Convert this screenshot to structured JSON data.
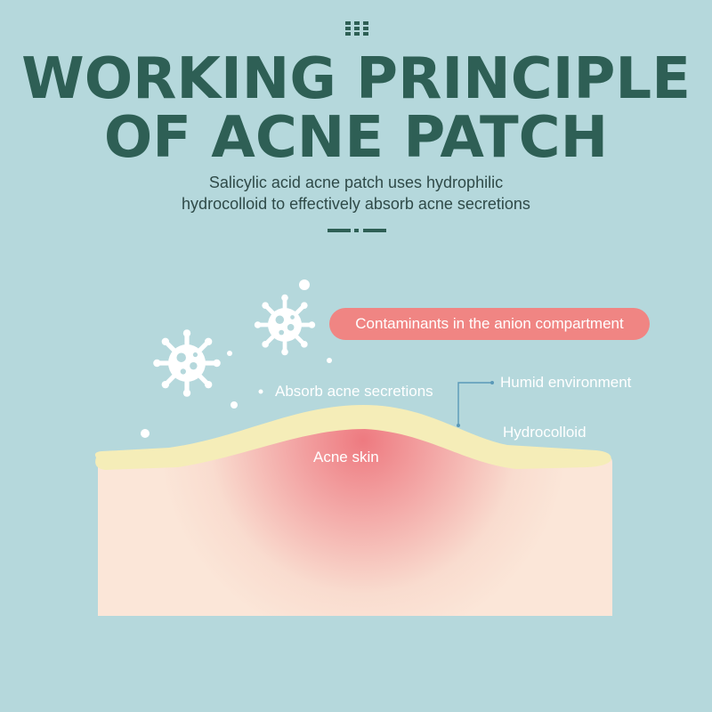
{
  "header": {
    "title_line1": "WORKING PRINCIPLE",
    "title_line2": "OF ACNE PATCH",
    "subtitle_line1": "Salicylic acid acne patch uses hydrophilic",
    "subtitle_line2": "hydrocolloid to effectively absorb acne secretions"
  },
  "diagram": {
    "pill_label": "Contaminants in the anion compartment",
    "absorb_label": "Absorb acne secretions",
    "humid_label": "Humid environment",
    "hydrocolloid_label": "Hydrocolloid",
    "skin_label": "Acne skin"
  },
  "colors": {
    "background": "#b5d8dc",
    "title": "#2e5f55",
    "pill": "#f08583",
    "patch": "#f5edb8",
    "skin": "#fbe6d8",
    "acne": "#ee7a80"
  }
}
